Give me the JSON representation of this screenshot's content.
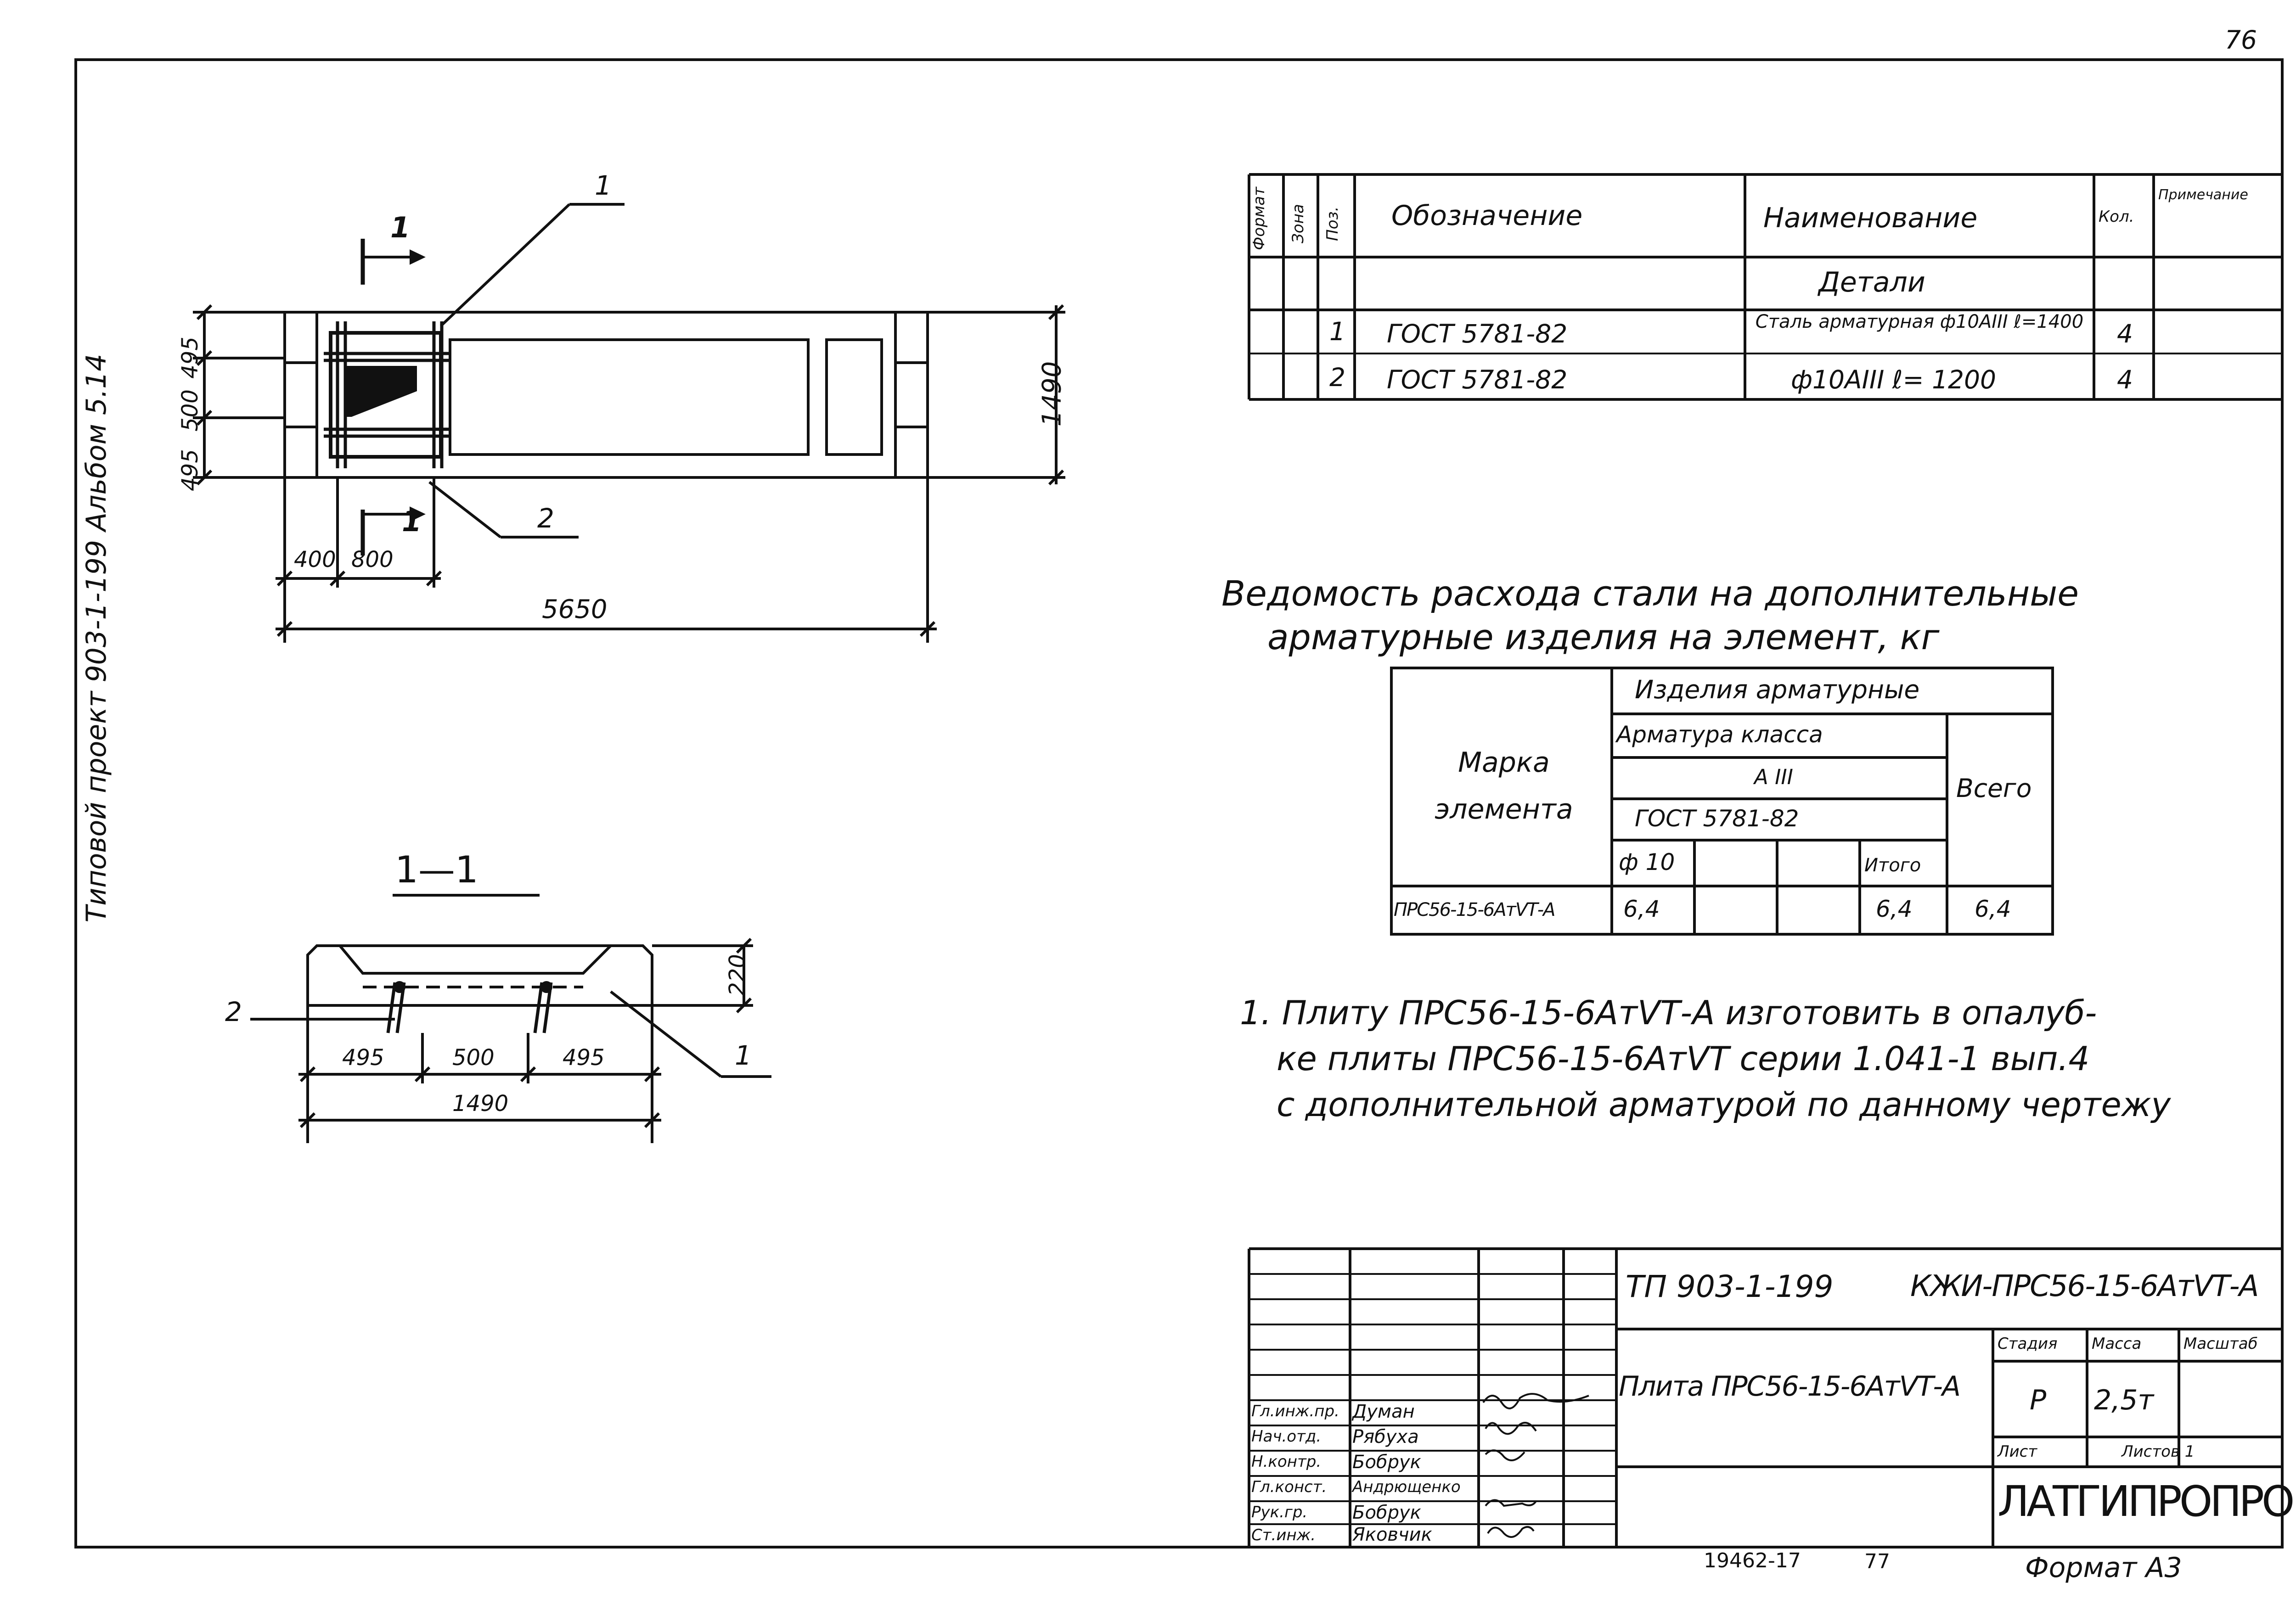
{
  "sheet": {
    "page_number": "76",
    "side_title": "Типовой проект 903-1-199 Альбом 5.14",
    "format": "Формат А3",
    "archive_number": "19462-17",
    "archive_sheet": "77"
  },
  "plan_view": {
    "dim_length": "5650",
    "dim_width": "1490",
    "dim_left_1": "495",
    "dim_left_2": "500",
    "dim_left_3": "495",
    "dim_bottom_1": "400",
    "dim_bottom_2": "800",
    "pos_1": "1",
    "pos_2": "2",
    "section_mark_top": "1",
    "section_mark_bottom": "1"
  },
  "section_view": {
    "title": "1—1",
    "dim_height": "220",
    "dim_1": "495",
    "dim_2": "500",
    "dim_3": "495",
    "dim_total": "1490",
    "pos_left": "2",
    "pos_right": "1"
  },
  "spec_table": {
    "headers": {
      "format": "Формат",
      "zone": "Зона",
      "pos": "Поз.",
      "designation": "Обозначение",
      "name": "Наименование",
      "qty": "Кол.",
      "note": "Примечание"
    },
    "section_title": "Детали",
    "rows": [
      {
        "pos": "1",
        "designation": "ГОСТ 5781-82",
        "name": "Сталь арматурная ф10АIII ℓ=1400",
        "qty": "4"
      },
      {
        "pos": "2",
        "designation": "ГОСТ 5781-82",
        "name": "ф10АIII ℓ= 1200",
        "qty": "4"
      }
    ]
  },
  "steel_statement": {
    "title_line1": "Ведомость расхода стали на дополнительные",
    "title_line2": "арматурные изделия на элемент, кг",
    "col_mark": "Марка элемента",
    "col_group": "Изделия арматурные",
    "col_class": "Арматура класса",
    "col_class_value": "А III",
    "col_gost": "ГОСТ 5781-82",
    "col_dia": "ф 10",
    "col_subtotal": "Итого",
    "col_total": "Всего",
    "row_mark": "ПРС56-15-6АтVТ-А",
    "row_dia_value": "6,4",
    "row_subtotal": "6,4",
    "row_total": "6,4"
  },
  "notes": [
    "1. Плиту ПРС56-15-6АтVТ-А изготовить в опалуб-",
    "ке плиты ПРС56-15-6АтVТ серии 1.041-1 вып.4",
    "с дополнительной арматурой по данному чертежу"
  ],
  "title_block": {
    "project_code": "ТП 903-1-199",
    "doc_code": "КЖИ-ПРС56-15-6АтVТ-А",
    "item_name": "Плита ПРС56-15-6АтVТ-А",
    "stage_label": "Стадия",
    "mass_label": "Масса",
    "scale_label": "Масштаб",
    "stage_value": "Р",
    "mass_value": "2,5т",
    "sheet_label": "Лист",
    "sheets_label": "Листов 1",
    "organization": "ЛАТГИПРОПРОМ",
    "roles": [
      {
        "role": "Гл.инж.пр.",
        "name": "Думан"
      },
      {
        "role": "Нач.отд.",
        "name": "Рябуха"
      },
      {
        "role": "Н.контр.",
        "name": "Бобрук"
      },
      {
        "role": "Гл.конст.",
        "name": "Андрющенко"
      },
      {
        "role": "Рук.гр.",
        "name": "Бобрук"
      },
      {
        "role": "Ст.инж.",
        "name": "Яковчик"
      }
    ]
  }
}
